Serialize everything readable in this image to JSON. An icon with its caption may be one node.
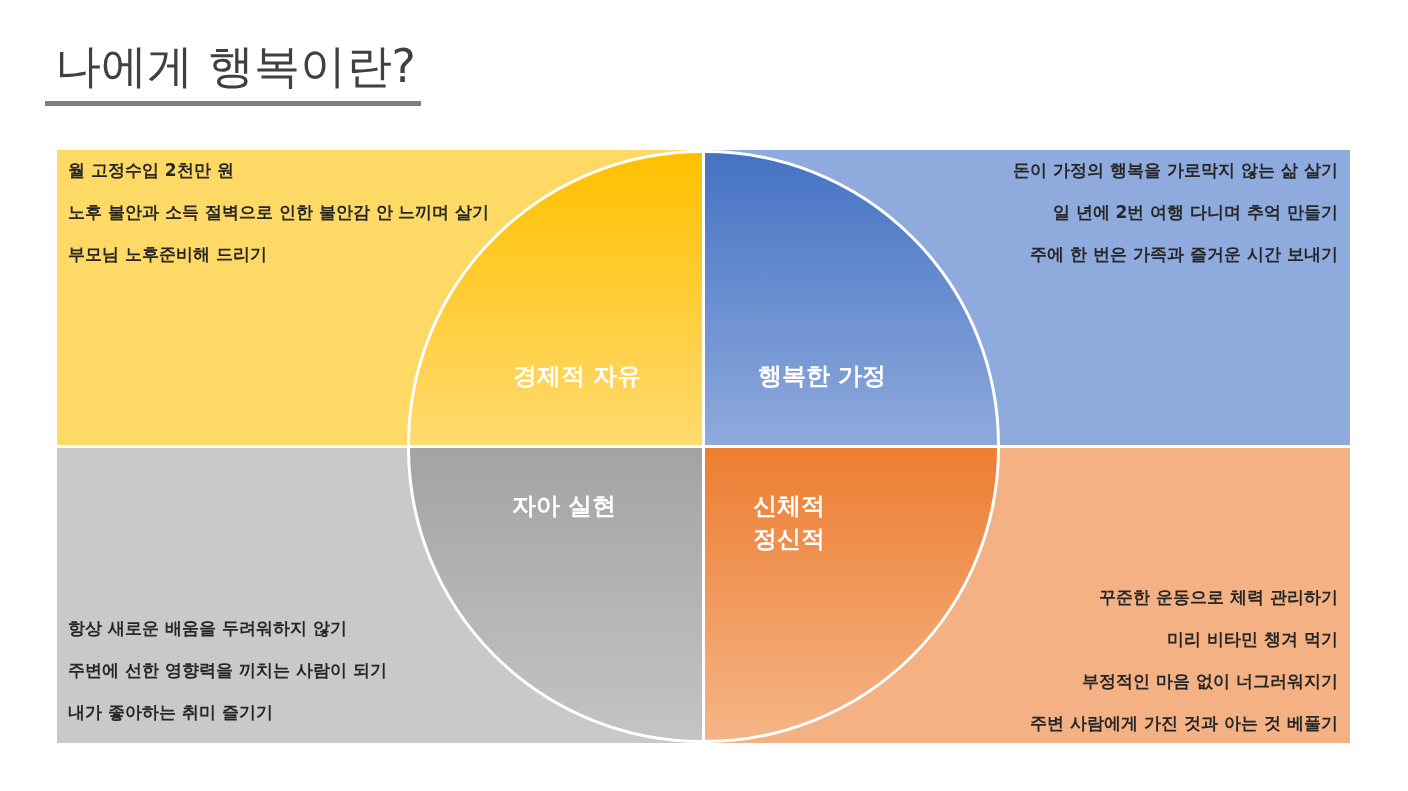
{
  "diagram": {
    "title": "나에게 행복이란?",
    "nodes": [
      {
        "text": [
          "월 고정수입 2천만 원",
          "노후 불안과 소득 절벽으로 인한 불안감 안 느끼며 살기",
          "부모님 노후준비해 드리기"
        ]
      },
      {
        "text": [
          "경제적 자유"
        ],
        "in": 0
      },
      {
        "text": [
          "돈이 가정의 행복을 가로막지 않는 삶 살기",
          "일 년에 2번 여행 다니며 추억 만들기",
          "주에 한 번은 가족과 즐거운 시간 보내기"
        ]
      },
      {
        "text": [
          "행복한 가정"
        ],
        "in": 2
      },
      {
        "text": [
          "항상 새로운 배움을 두려워하지 않기",
          "주변에 선한 영향력을 끼치는 사람이 되기",
          "내가 좋아하는 취미 즐기기"
        ]
      },
      {
        "text": [
          "자아 실현"
        ],
        "in": 4
      },
      {
        "text": [
          "꾸준한 운동으로 체력 관리하기",
          "미리 비타민 챙겨 먹기",
          "부정적인 마음 없이 너그러워지기",
          "주변 사람에게 가진 것과 아는 것 베풀기"
        ]
      },
      {
        "text": [
          "신체적 정신적"
        ],
        "in": 6
      }
    ]
  }
}
